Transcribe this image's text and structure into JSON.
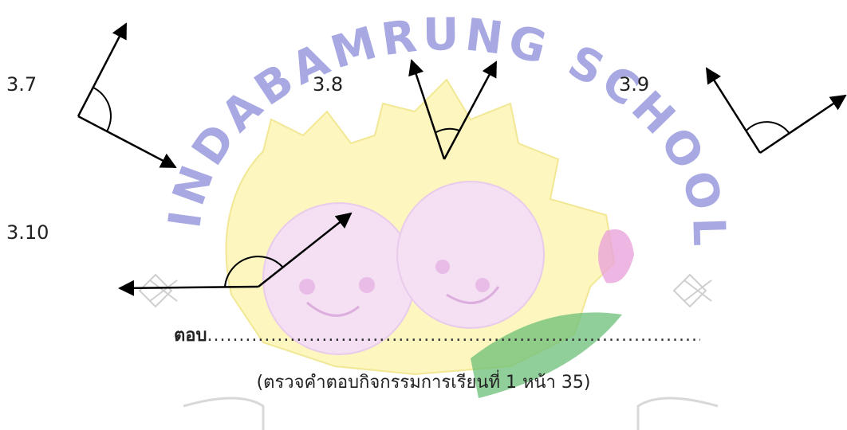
{
  "watermark": {
    "text": "JINDABAMRUNG SCHOOL",
    "letter_color": "#8c8cd8",
    "flower_color": "#fdf3a6",
    "face_color": "#f1d5f0",
    "leaf_color": "#49a65a"
  },
  "items": [
    {
      "label": "3.7"
    },
    {
      "label": "3.8"
    },
    {
      "label": "3.9"
    },
    {
      "label": "3.10"
    }
  ],
  "answer": {
    "prefix": "ตอบ",
    "dots": "..................................................................................."
  },
  "note": "(ตรวจคำตอบกิจกรรมการเรียนที่ 1 หน้า  35)"
}
